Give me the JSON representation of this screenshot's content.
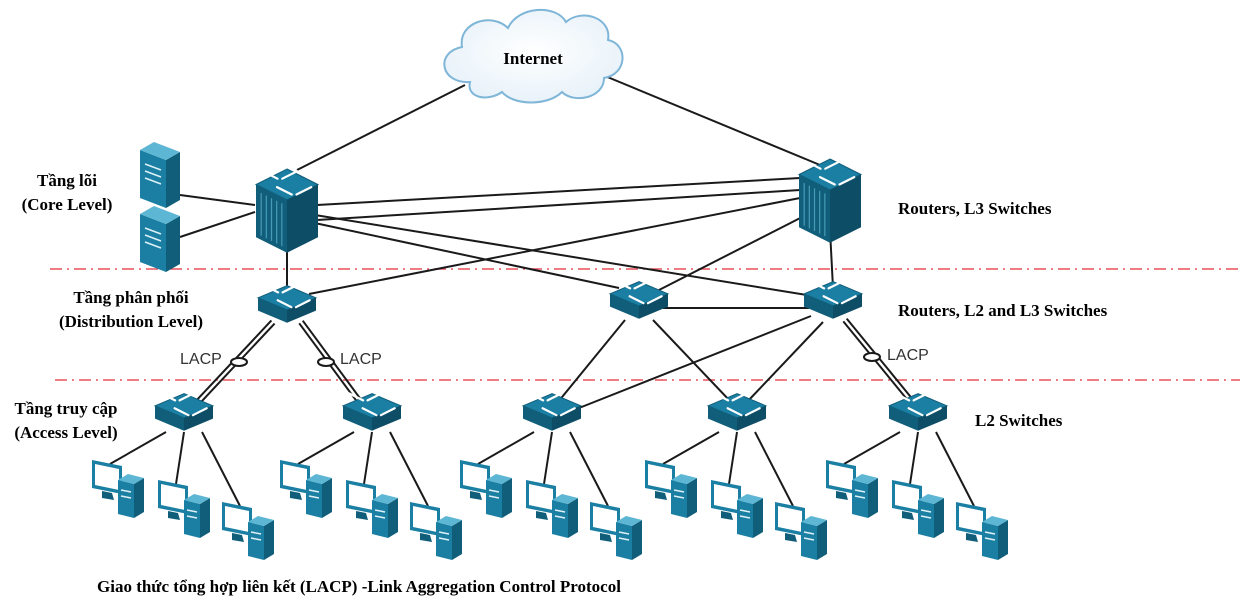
{
  "internet_label": "Internet",
  "layers": {
    "core": {
      "name_vi": "Tầng lõi",
      "name_en": "(Core Level)",
      "device_desc": "Routers, L3 Switches"
    },
    "distribution": {
      "name_vi": "Tầng phân phối",
      "name_en": "(Distribution Level)",
      "device_desc": "Routers, L2 and L3 Switches"
    },
    "access": {
      "name_vi": "Tầng truy cập",
      "name_en": "(Access Level)",
      "device_desc": "L2 Switches"
    }
  },
  "lacp_label": "LACP",
  "caption": "Giao thức tổng hợp liên kết (LACP) -Link Aggregation Control Protocol",
  "colors": {
    "device": "#1a7fa3",
    "device_dark": "#115e7a",
    "device_light": "#5db6d3",
    "layer_divider": "#e8505b",
    "cloud_stroke": "#7fb6d8"
  }
}
